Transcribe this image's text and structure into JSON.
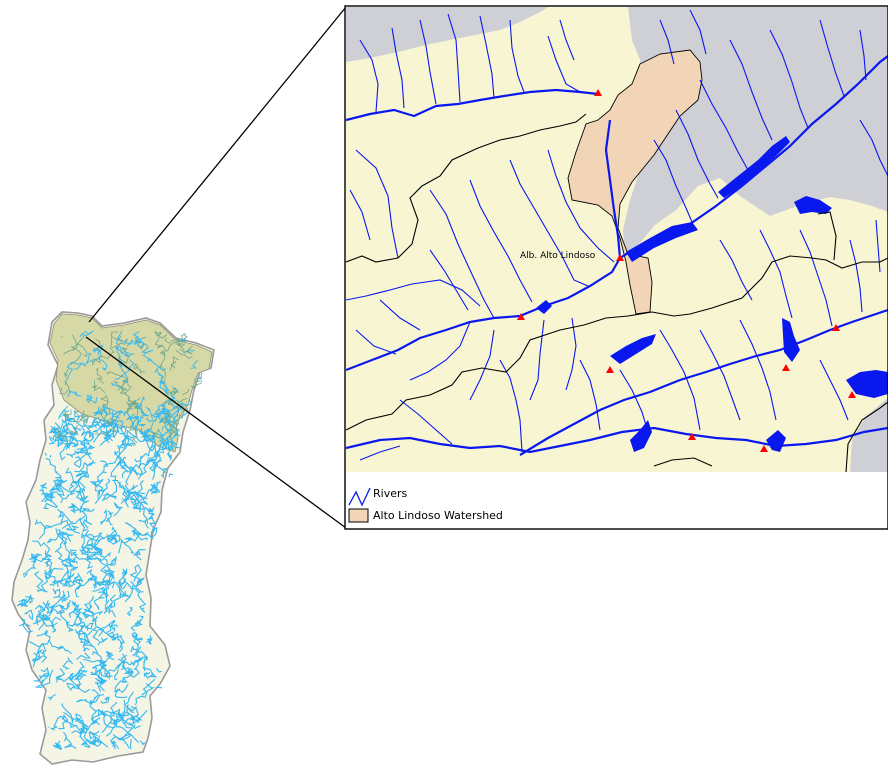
{
  "map": {
    "place_label": "Alb. Alto Lindoso",
    "legend": {
      "rivers_label": "Rivers",
      "watershed_label": "Alto Lindoso Watershed"
    }
  },
  "colors": {
    "land": "#f8f6d2",
    "outside": "#cfcfd6",
    "watershed": "#f2d5b6",
    "river": "#0a18f0",
    "portugal_river": "#35b8f0",
    "north_region": "#d8d8a8",
    "station": "#ff0000",
    "border": "#000000"
  },
  "icons": {
    "station": "red-triangle-icon",
    "river": "river-line-icon"
  }
}
